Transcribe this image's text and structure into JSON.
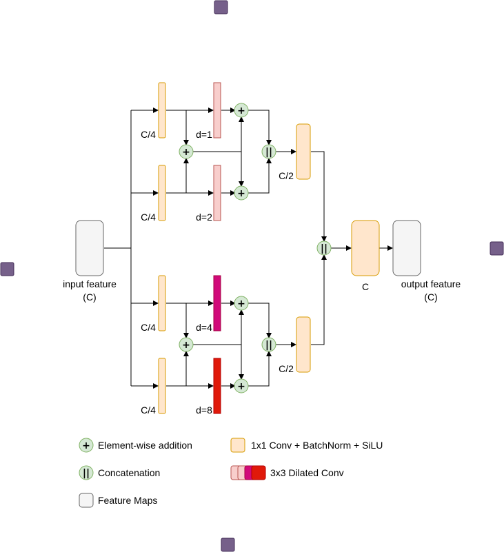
{
  "input": {
    "label": "input feature",
    "sub": "(C)"
  },
  "output": {
    "label": "output feature",
    "sub": "(C)"
  },
  "merge_label": "C",
  "branches": [
    {
      "conv_label": "C/4",
      "dilation": "d=1",
      "color": "#f8cecc"
    },
    {
      "conv_label": "C/4",
      "dilation": "d=2",
      "color": "#f8cecc"
    },
    {
      "conv_label": "C/4",
      "dilation": "d=4",
      "color": "#d10a7a"
    },
    {
      "conv_label": "C/4",
      "dilation": "d=8",
      "color": "#e0190a"
    }
  ],
  "mid_labels": [
    "C/2",
    "C/2"
  ],
  "symbols": {
    "add": "+",
    "concat": "||"
  },
  "legend": {
    "add": "Element-wise addition",
    "concat": "Concatenation",
    "feature": "Feature Maps",
    "conv": "1x1 Conv + BatchNorm + SiLU",
    "dilated": "3x3 Dilated Conv"
  },
  "colors": {
    "conv_fill": "#ffe6cc",
    "conv_stroke": "#d79b00",
    "feature_fill": "#f5f5f5",
    "feature_stroke": "#666666",
    "node_fill": "#d5e8d4",
    "node_stroke": "#82b366",
    "marker_fill": "#76608a",
    "marker_stroke": "#432d57"
  }
}
